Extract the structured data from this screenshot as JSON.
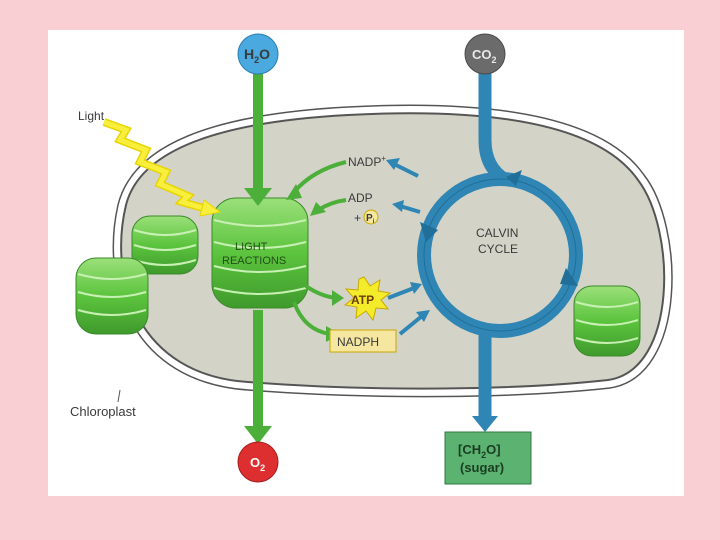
{
  "colors": {
    "background": "#f9cfd3",
    "chloroplast_fill": "#d3d4c7",
    "green_arrow": "#4caf3a",
    "blue_cycle": "#2f86b4",
    "water": "#4aa9de",
    "co2": "#6b6b6b",
    "oxygen": "#dd2f2f",
    "sugar_box": "#5cb270",
    "label_box": "#f5e6a0",
    "atp_star": "#f4ec2a"
  },
  "labels": {
    "light": "Light",
    "chloroplast": "Chloroplast",
    "h2o_main": "H",
    "h2o_sub": "2",
    "h2o_end": "O",
    "co2_main": "CO",
    "co2_sub": "2",
    "o2_main": "O",
    "o2_sub": "2",
    "light_reactions_line1": "LIGHT",
    "light_reactions_line2": "REACTIONS",
    "calvin_line1": "CALVIN",
    "calvin_line2": "CYCLE",
    "nadp": "NADP",
    "nadp_sup": "+",
    "adp": "ADP",
    "plus": "+",
    "pi": "P",
    "pi_sub": "i",
    "atp": "ATP",
    "nadph": "NADPH",
    "sugar_line1": "[CH",
    "sugar_sub": "2",
    "sugar_line1_end": "O]",
    "sugar_line2": "(sugar)"
  }
}
